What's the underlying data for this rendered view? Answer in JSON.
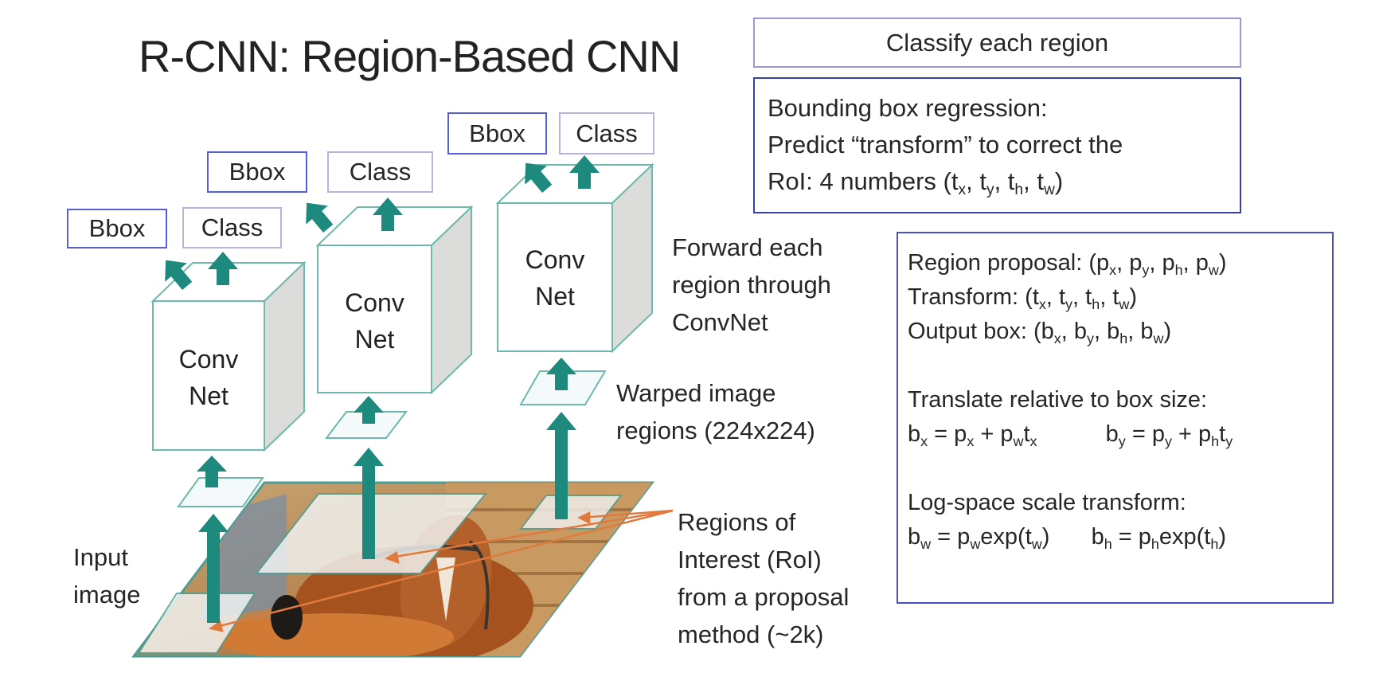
{
  "title": "R-CNN: Region-Based CNN",
  "classify_box": {
    "text": "Classify each region"
  },
  "bbox_regression_box": {
    "lines": [
      "Bounding box regression:",
      "Predict “transform” to correct the",
      "RoI: 4 numbers (t_x, t_y, t_h, t_w)"
    ],
    "line1": "Bounding box regression:",
    "line2": "Predict “transform” to correct the",
    "line3_prefix": "RoI: 4 numbers ("
  },
  "formula_box": {
    "region_proposal_label": "Region proposal: ",
    "transform_label": "Transform: ",
    "output_box_label": "Output box: ",
    "translate_heading": "Translate relative to box size:",
    "logspace_heading": "Log-space scale transform:",
    "equations": {
      "bx": "b_x = p_x + p_w t_x",
      "by": "b_y = p_y + p_h t_y",
      "bw": "b_w = p_w exp(t_w)",
      "bh": "b_h = p_h exp(t_h)"
    }
  },
  "annotations": {
    "forward": [
      "Forward each",
      "region through",
      "ConvNet"
    ],
    "warped": [
      "Warped image",
      "regions (224x224)"
    ],
    "rois": [
      "Regions of",
      "Interest (RoI)",
      "from a proposal",
      "method (~2k)"
    ],
    "input": [
      "Input",
      "image"
    ]
  },
  "convnets": [
    {
      "line1": "Conv",
      "line2": "Net",
      "bbox_label": "Bbox",
      "class_label": "Class"
    },
    {
      "line1": "Conv",
      "line2": "Net",
      "bbox_label": "Bbox",
      "class_label": "Class"
    },
    {
      "line1": "Conv",
      "line2": "Net",
      "bbox_label": "Bbox",
      "class_label": "Class"
    }
  ],
  "colors": {
    "arrow": "#1e8a7e",
    "cube_edge": "#6fb8ac",
    "cube_side": "#dcdcda",
    "roi_pointer": "#e07a3c",
    "box_border": "#4a4fc0"
  }
}
